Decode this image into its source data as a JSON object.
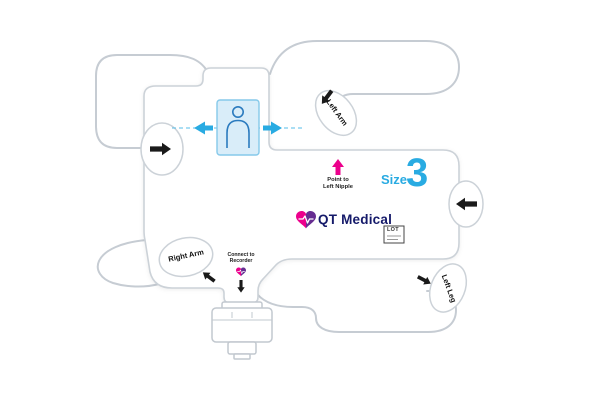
{
  "pad": {
    "brand": "QT Medical",
    "size": {
      "label": "Size",
      "value": "3"
    },
    "lot": {
      "label": "LOT"
    },
    "electrode_labels": {
      "right_arm": "Right Arm",
      "left_arm": "Left Arm",
      "left_leg": "Left Leg"
    },
    "instructions": {
      "point_to": {
        "line1": "Point to",
        "line2": "Left Nipple"
      },
      "connect": {
        "line1": "Connect to",
        "line2": "Recorder"
      }
    },
    "colors": {
      "accent_cyan": "#29abe2",
      "accent_magenta": "#ec008c",
      "logo_navy": "#1b1464",
      "logo_purple": "#662d91",
      "outline_gray": "#ccd2d8"
    },
    "icons": {
      "torso-icon": "human torso outline in alignment box",
      "alignment-arrow-left-icon": "solid left arrow",
      "alignment-arrow-right-icon": "solid right arrow",
      "nipple-arrow-up-icon": "solid up arrow",
      "peel-arrow-icon": "solid directional arrow on electrode tab",
      "heart-logo-icon": "two-tone heart with ECG trace",
      "connect-heart-icon": "small heart logo",
      "connect-arrow-down-icon": "solid down arrow",
      "lot-symbol": "LOT code box"
    }
  }
}
